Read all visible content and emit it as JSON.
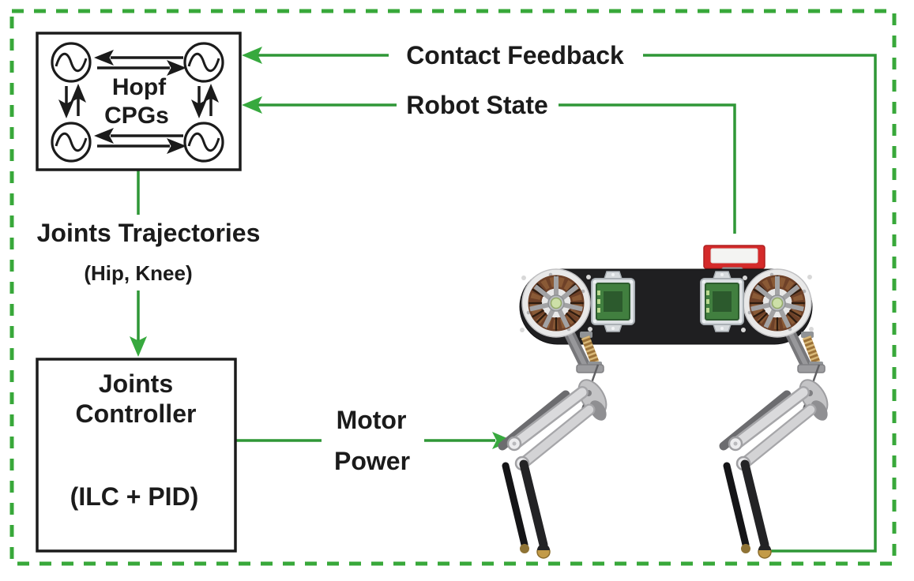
{
  "figure": {
    "type": "robot-control-block-diagram",
    "background": "#ffffff",
    "border_color": "#38a83a",
    "signal_color": "#2f9737",
    "arrowhead_color": "#37a93e",
    "text_color": "#1b1b1b"
  },
  "cpg_box": {
    "label_line1": "Hopf",
    "label_line2": "CPGs",
    "oscillator_count": 4
  },
  "controller_box": {
    "label_line1": "Joints",
    "label_line2": "Controller",
    "label_line3": "(ILC + PID)"
  },
  "signals": {
    "contact_feedback": "Contact Feedback",
    "robot_state": "Robot State",
    "joints_trajectories": "Joints Trajectories",
    "joints_trajectories_sub": "(Hip, Knee)",
    "motor_power_line1": "Motor",
    "motor_power_line2": "Power"
  },
  "robot": {
    "body_color": "#1f1f21",
    "motor_rim_color": "#e8e8e8",
    "winding_color": "#6e4128",
    "pcb_color": "#417f3f",
    "red_module_color": "#d42a2a",
    "leg_color": "#d8d8da",
    "shin_color": "#232325",
    "foot_color": "#c39b48"
  }
}
